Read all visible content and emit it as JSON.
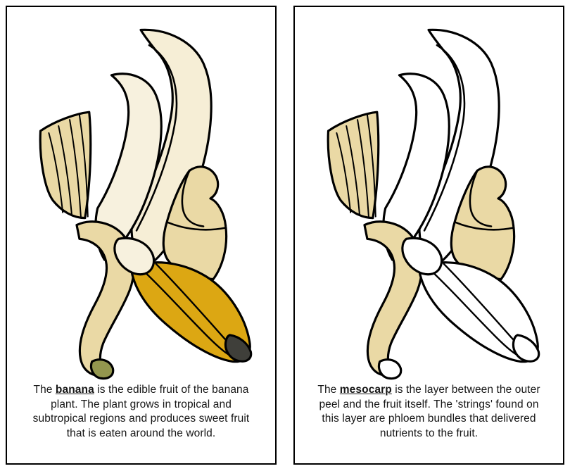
{
  "page": {
    "title": "Banana Nomenclature Cards",
    "background_color": "#ffffff",
    "card_border_color": "#000000"
  },
  "colors": {
    "peel_outer": "#ead9a5",
    "peel_inner": "#f6eed6",
    "flesh_light": "#f7f1de",
    "fruit_yellow": "#dca713",
    "tip_dark": "#3f3f3a",
    "stem_green": "#93964e",
    "outline": "#000000",
    "white": "#ffffff"
  },
  "cards": [
    {
      "id": "card-banana",
      "figure_name": "banana-whole-colored-illustration",
      "colored": true,
      "caption_segments": [
        {
          "type": "text",
          "value": "The "
        },
        {
          "type": "term",
          "value": "banana"
        },
        {
          "type": "text",
          "value": " is the edible fruit of the banana plant. The plant grows in tropical and subtropical regions and produces sweet fruit that is eaten around the world."
        }
      ],
      "term": "banana",
      "caption_full": "The banana is the edible fruit of the banana plant. The plant grows in tropical and subtropical regions and produces sweet fruit that is eaten around the world."
    },
    {
      "id": "card-mesocarp",
      "figure_name": "banana-mesocarp-highlighted-illustration",
      "colored": false,
      "caption_segments": [
        {
          "type": "text",
          "value": "The "
        },
        {
          "type": "term",
          "value": "mesocarp"
        },
        {
          "type": "text",
          "value": " is the layer between the outer peel and the fruit itself. The 'strings' found on this layer are phloem bundles that delivered nutrients to the fruit."
        }
      ],
      "term": "mesocarp",
      "caption_full": "The mesocarp is the layer between the outer peel and the fruit itself. The 'strings' found on this layer are phloem bundles that delivered nutrients to the fruit."
    }
  ]
}
